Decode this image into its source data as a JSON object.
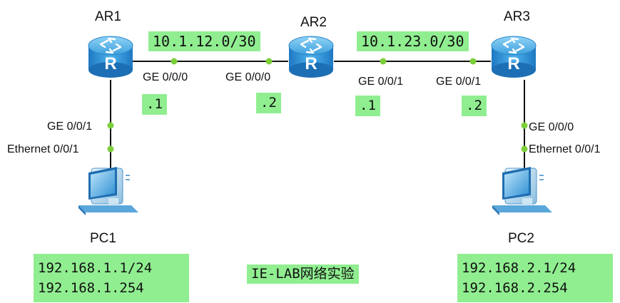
{
  "devices": {
    "ar1": "AR1",
    "ar2": "AR2",
    "ar3": "AR3",
    "pc1": "PC1",
    "pc2": "PC2"
  },
  "networks": {
    "ar1_ar2": "10.1.12.0/30",
    "ar2_ar3": "10.1.23.0/30"
  },
  "interfaces": {
    "ar1_ge000": "GE 0/0/0",
    "ar2_ge000": "GE 0/0/0",
    "ar2_ge001": "GE 0/0/1",
    "ar3_ge001": "GE 0/0/1",
    "ar1_ge001": "GE 0/0/1",
    "pc1_eth": "Ethernet 0/0/1",
    "ar3_ge000": "GE 0/0/0",
    "pc2_eth": "Ethernet 0/0/1"
  },
  "hosts": {
    "ar1_12": ".1",
    "ar2_12": ".2",
    "ar2_23": ".1",
    "ar3_23": ".2"
  },
  "pc1_config": {
    "ip": "192.168.1.1/24",
    "gateway": "192.168.1.254"
  },
  "pc2_config": {
    "ip": "192.168.2.1/24",
    "gateway": "192.168.2.254"
  },
  "lab_title": "IE-LAB网络实验",
  "colors": {
    "router_body": "#3aa0dc",
    "label_bg": "#90ee90",
    "port_dot": "#7ccf3a"
  }
}
